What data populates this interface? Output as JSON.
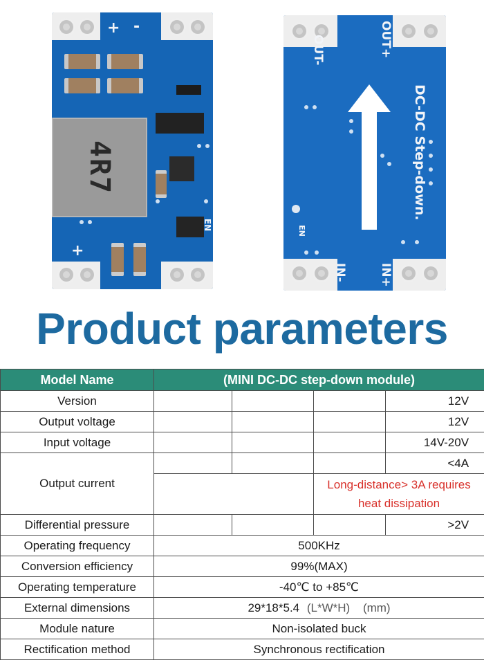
{
  "board_front": {
    "inductor_marking": "4R7",
    "pin_plus_top": "+",
    "pin_minus_top": "-",
    "pin_plus_bottom": "+",
    "pin_en": "EN"
  },
  "board_back": {
    "out_minus": "OUT-",
    "out_plus": "OUT+",
    "caption": "DC-DC Step-down.",
    "en": "EN",
    "in_minus": "IN-",
    "in_plus": "IN+"
  },
  "title": "Product parameters",
  "table": {
    "header": {
      "label": "Model Name",
      "value": "(MINI DC-DC step-down module)"
    },
    "version": {
      "label": "Version",
      "value": "12V"
    },
    "output_voltage": {
      "label": "Output voltage",
      "value": "12V"
    },
    "input_voltage": {
      "label": "Input voltage",
      "value": "14V-20V"
    },
    "output_current": {
      "label": "Output current",
      "value": "<4A",
      "note": "Long-distance> 3A requires heat dissipation"
    },
    "differential_pressure": {
      "label": "Differential pressure",
      "value": ">2V"
    },
    "operating_frequency": {
      "label": "Operating frequency",
      "value": "500KHz"
    },
    "conversion_efficiency": {
      "label": "Conversion efficiency",
      "value": "99%(MAX)"
    },
    "operating_temperature": {
      "label": "Operating temperature",
      "value": "-40℃ to +85℃"
    },
    "external_dimensions": {
      "label": "External dimensions",
      "value": "29*18*5.4",
      "dims": "(L*W*H)",
      "unit": "(mm)"
    },
    "module_nature": {
      "label": "Module nature",
      "value": "Non-isolated buck"
    },
    "rectification_method": {
      "label": "Rectification method",
      "value": "Synchronous rectification"
    }
  },
  "colors": {
    "title": "#1d6aa0",
    "header_bg": "#2b8c78",
    "note": "#d8302a",
    "pcb": "#1565b5"
  }
}
